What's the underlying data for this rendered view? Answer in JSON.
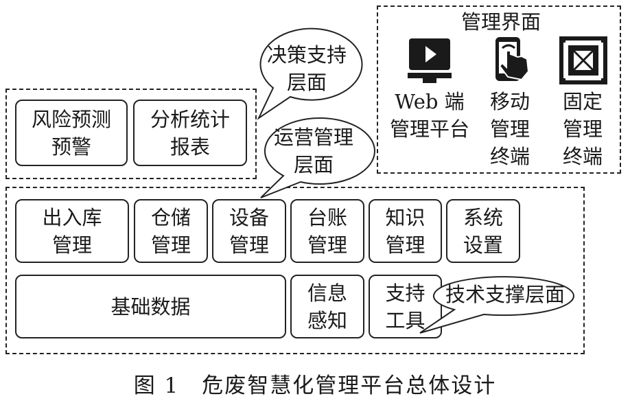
{
  "decision_layer": {
    "label": "决策支持\n层面",
    "modules": [
      "风险预测\n预警",
      "分析统计\n报表"
    ]
  },
  "operation_layer": {
    "label": "运营管理\n层面",
    "modules": [
      "出入库\n管理",
      "仓储\n管理",
      "设备\n管理",
      "台账\n管理",
      "知识\n管理",
      "系统\n设置"
    ]
  },
  "tech_layer": {
    "label": "技术支撑层面",
    "modules": [
      "基础数据",
      "信息\n感知",
      "支持\n工具"
    ]
  },
  "ui_panel": {
    "title": "管理界面",
    "items": [
      {
        "icon": "web-play-monitor-icon",
        "label": "Web 端\n管理平台"
      },
      {
        "icon": "mobile-touch-icon",
        "label": "移动\n管理\n终端"
      },
      {
        "icon": "fixed-terminal-icon",
        "label": "固定\n管理\n终端"
      }
    ]
  },
  "caption": "图 1　危废智慧化管理平台总体设计"
}
